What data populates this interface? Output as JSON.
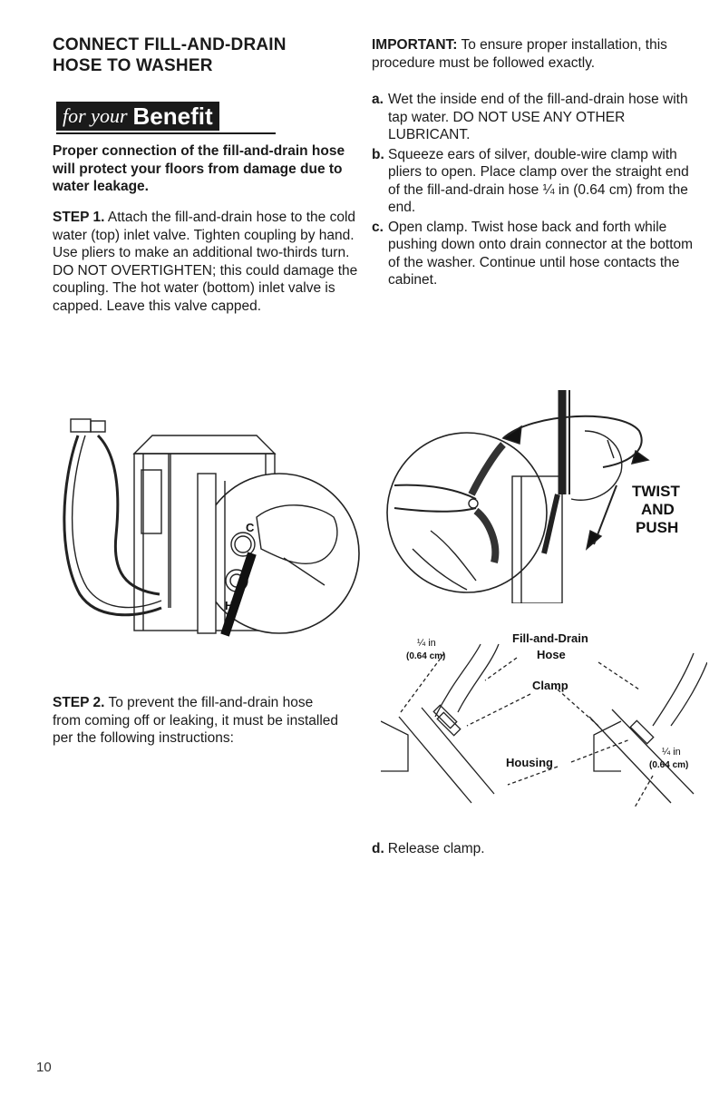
{
  "header": {
    "title_line1": "CONNECT FILL-AND-DRAIN",
    "title_line2": "HOSE TO WASHER"
  },
  "banner": {
    "italic": "for your",
    "bold": "Benefit"
  },
  "benefit_text": "Proper connection of the fill-and-drain hose will protect your floors from damage due to water leakage.",
  "step1": {
    "label": "STEP 1.",
    "text": " Attach the fill-and-drain hose to the cold water (top) inlet valve. Tighten coupling by hand. Use pliers to make an additional two-thirds turn. DO NOT OVERTIGHTEN; this could damage the coupling. The hot water (bottom) inlet valve is capped. Leave this valve capped."
  },
  "step2": {
    "label": "STEP 2.",
    "text": " To prevent the fill-and-drain hose from coming off or leaking, it must be installed per the following instructions:"
  },
  "important": {
    "label": "IMPORTANT:",
    "text": " To ensure proper installation, this procedure must be followed exactly."
  },
  "substeps": [
    {
      "letter": "a.",
      "text": "Wet the inside end of the fill-and-drain hose with tap water. DO NOT USE ANY OTHER LUBRICANT."
    },
    {
      "letter": "b.",
      "text": "Squeeze ears of silver, double-wire clamp with pliers to open. Place clamp over the straight end of the fill-and-drain hose ¼ in (0.64 cm) from the end."
    },
    {
      "letter": "c.",
      "text": "Open clamp. Twist hose back and forth while pushing down onto drain connector at the bottom of the washer. Continue until hose contacts the cabinet."
    }
  ],
  "step_d": {
    "letter": "d.",
    "text": "Release clamp."
  },
  "figure1": {
    "label_c": "C",
    "label_h": "H"
  },
  "figure2": {
    "twist": "TWIST",
    "and": "AND",
    "push": "PUSH"
  },
  "figure3": {
    "quarter": "¼ in",
    "cm": "(0.64 cm)",
    "fill_drain": "Fill-and-Drain",
    "hose": "Hose",
    "clamp": "Clamp",
    "housing": "Housing",
    "quarter2": "¼ in",
    "cm2": "(0.64 cm)"
  },
  "page_number": "10"
}
